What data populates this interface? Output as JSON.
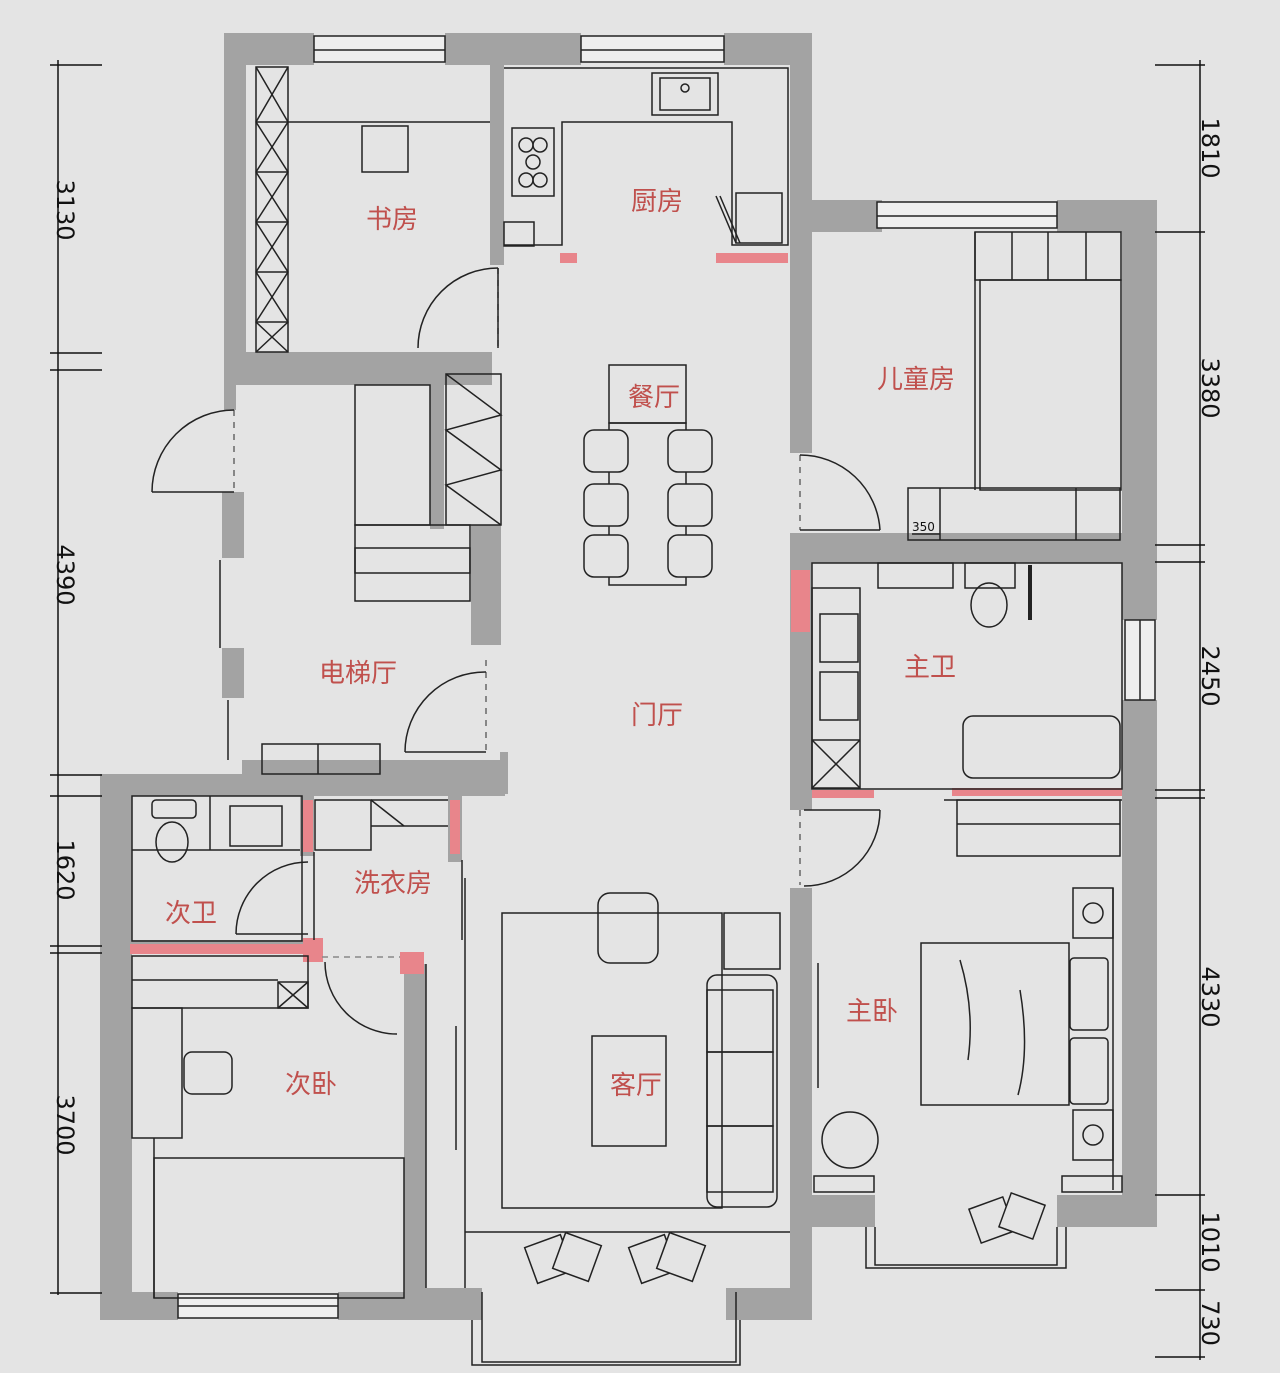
{
  "rooms": {
    "study": "书房",
    "kitchen": "厨房",
    "dining": "餐厅",
    "kids_room": "儿童房",
    "elevator_hall": "电梯厅",
    "master_bath": "主卫",
    "foyer": "门厅",
    "laundry": "洗衣房",
    "second_bath": "次卫",
    "master_bedroom": "主卧",
    "living_room": "客厅",
    "second_bedroom": "次卧"
  },
  "dimensions": {
    "left": [
      "3130",
      "4390",
      "1620",
      "3700"
    ],
    "right": [
      "1810",
      "3380",
      "2450",
      "4330",
      "1010",
      "730"
    ],
    "wardrobe_depth": "350"
  },
  "colors": {
    "wall": "#a3a3a3",
    "background": "#e4e4e4",
    "accent": "#e8858b",
    "label": "#c0504d"
  }
}
